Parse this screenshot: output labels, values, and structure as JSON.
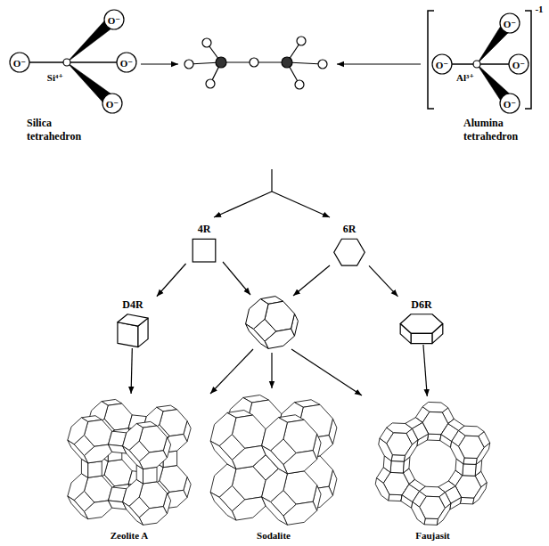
{
  "diagram": {
    "nodes": [
      {
        "text": [
          "Silica tetrahedron"
        ]
      },
      {
        "text": [
          "Alumina tetrahedron"
        ]
      },
      {
        "text": [
          "4R"
        ]
      },
      {
        "text": [
          "6R"
        ]
      },
      {
        "text": [
          "D4R"
        ]
      },
      {
        "text": [
          "D6R"
        ]
      },
      {
        "text": [
          "Zeolite A"
        ]
      },
      {
        "text": [
          "Sodalite"
        ]
      },
      {
        "text": [
          "Faujasit"
        ]
      }
    ],
    "edges": [
      {
        "from": 2,
        "to": 4,
        "arrow": "to"
      },
      {
        "from": 3,
        "to": 5,
        "arrow": "to"
      },
      {
        "from": 4,
        "to": 6,
        "arrow": "to"
      },
      {
        "from": 5,
        "to": 8,
        "arrow": "to"
      }
    ],
    "labels": [
      "O⁻",
      "O⁻",
      "Si⁴⁺",
      "O⁻",
      "O⁻",
      "-1",
      "O⁻",
      "O⁻",
      "Al³⁺",
      "O⁻",
      "O⁻"
    ]
  }
}
